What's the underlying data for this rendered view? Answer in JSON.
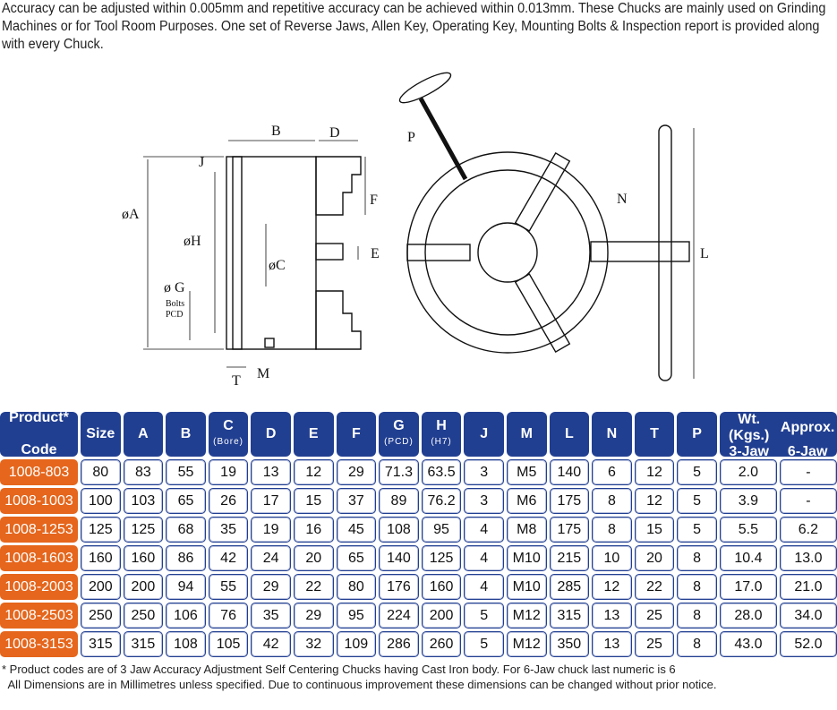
{
  "intro": "Accuracy can be adjusted within 0.005mm  and repetitive accuracy can be achieved within 0.013mm. These Chucks are mainly used on Grinding Machines or for Tool Room Purposes. One set of Reverse Jaws, Allen Key, Operating Key, Mounting Bolts & Inspection report is provided along with every Chuck.",
  "diagram_labels": {
    "A": "øA",
    "B": "B",
    "C": "øC",
    "D": "D",
    "E": "E",
    "F": "F",
    "G": "ø G",
    "G_sub1": "Bolts",
    "G_sub2": "PCD",
    "H": "øH",
    "J": "J",
    "M": "M",
    "T": "T",
    "P": "P",
    "N": "N",
    "L": "L"
  },
  "headers": [
    {
      "main": "Product*",
      "sub2": "Code"
    },
    {
      "main": "Size"
    },
    {
      "main": "A"
    },
    {
      "main": "B"
    },
    {
      "main": "C",
      "small": "(Bore)"
    },
    {
      "main": "D"
    },
    {
      "main": "E"
    },
    {
      "main": "F"
    },
    {
      "main": "G",
      "small": "(PCD)"
    },
    {
      "main": "H",
      "small": "(H7)"
    },
    {
      "main": "J"
    },
    {
      "main": "M"
    },
    {
      "main": "L"
    },
    {
      "main": "N"
    },
    {
      "main": "T"
    },
    {
      "main": "P"
    }
  ],
  "weight_header": {
    "l1": "Wt. (Kgs.)",
    "l2": "Approx.",
    "l3": "3-Jaw",
    "l4": "6-Jaw"
  },
  "rows": [
    [
      "1008-803",
      "80",
      "83",
      "55",
      "19",
      "13",
      "12",
      "29",
      "71.3",
      "63.5",
      "3",
      "M5",
      "140",
      "6",
      "12",
      "5",
      "2.0",
      "-"
    ],
    [
      "1008-1003",
      "100",
      "103",
      "65",
      "26",
      "17",
      "15",
      "37",
      "89",
      "76.2",
      "3",
      "M6",
      "175",
      "8",
      "12",
      "5",
      "3.9",
      "-"
    ],
    [
      "1008-1253",
      "125",
      "125",
      "68",
      "35",
      "19",
      "16",
      "45",
      "108",
      "95",
      "4",
      "M8",
      "175",
      "8",
      "15",
      "5",
      "5.5",
      "6.2"
    ],
    [
      "1008-1603",
      "160",
      "160",
      "86",
      "42",
      "24",
      "20",
      "65",
      "140",
      "125",
      "4",
      "M10",
      "215",
      "10",
      "20",
      "8",
      "10.4",
      "13.0"
    ],
    [
      "1008-2003",
      "200",
      "200",
      "94",
      "55",
      "29",
      "22",
      "80",
      "176",
      "160",
      "4",
      "M10",
      "285",
      "12",
      "22",
      "8",
      "17.0",
      "21.0"
    ],
    [
      "1008-2503",
      "250",
      "250",
      "106",
      "76",
      "35",
      "29",
      "95",
      "224",
      "200",
      "5",
      "M12",
      "315",
      "13",
      "25",
      "8",
      "28.0",
      "34.0"
    ],
    [
      "1008-3153",
      "315",
      "315",
      "108",
      "105",
      "42",
      "32",
      "109",
      "286",
      "260",
      "5",
      "M12",
      "350",
      "13",
      "25",
      "8",
      "43.0",
      "52.0"
    ]
  ],
  "notes": [
    "* Product codes are of 3 Jaw Accuracy Adjustment Self Centering Chucks having Cast Iron body. For 6-Jaw chuck last numeric is 6",
    "  All Dimensions are in Millimetres unless specified. Due to continuous improvement these dimensions can be changed without prior notice."
  ],
  "colors": {
    "header": "#213f91",
    "code": "#e5661c"
  }
}
